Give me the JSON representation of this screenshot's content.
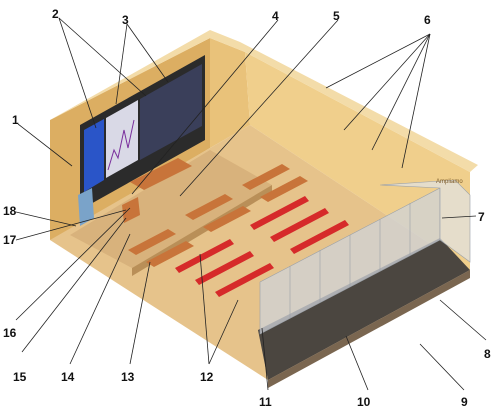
{
  "callouts": [
    "1",
    "2",
    "3",
    "4",
    "5",
    "6",
    "7",
    "8",
    "9",
    "10",
    "11",
    "12",
    "13",
    "14",
    "15",
    "16",
    "17",
    "18"
  ],
  "wall_sign": "Ampliamo",
  "colors": {
    "wall_back": "#e9c27a",
    "wall_left": "#dcae62",
    "wall_right": "#f0cf8c",
    "floor": "#e6c38b",
    "stage": "#d8b27c",
    "wall_top": "#f3dca9",
    "video_wall": "#2b2b2b",
    "desk": "#c8743a",
    "seat": "#d62a2a",
    "booth_glass": "#cfd3d8",
    "booth_base": "#4b4640"
  }
}
